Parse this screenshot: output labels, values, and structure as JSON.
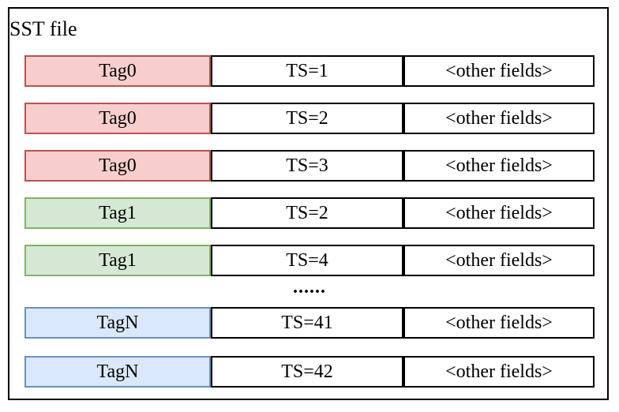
{
  "title": "SST file",
  "ellipsis": "......",
  "colors": {
    "red": {
      "fill": "#f8cecc",
      "stroke": "#b85450"
    },
    "green": {
      "fill": "#d5e8d4",
      "stroke": "#82b366"
    },
    "blue": {
      "fill": "#dae8fc",
      "stroke": "#6c8ebf"
    },
    "frame_border": "#000000",
    "cell_border": "#000000"
  },
  "rows": [
    {
      "tag": "Tag0",
      "ts": "TS=1",
      "other": "<other fields>",
      "color": "red"
    },
    {
      "tag": "Tag0",
      "ts": "TS=2",
      "other": "<other fields>",
      "color": "red"
    },
    {
      "tag": "Tag0",
      "ts": "TS=3",
      "other": "<other fields>",
      "color": "red"
    },
    {
      "tag": "Tag1",
      "ts": "TS=2",
      "other": "<other fields>",
      "color": "green"
    },
    {
      "tag": "Tag1",
      "ts": "TS=4",
      "other": "<other fields>",
      "color": "green"
    },
    {
      "tag": "TagN",
      "ts": "TS=41",
      "other": "<other fields>",
      "color": "blue"
    },
    {
      "tag": "TagN",
      "ts": "TS=42",
      "other": "<other fields>",
      "color": "blue"
    }
  ]
}
